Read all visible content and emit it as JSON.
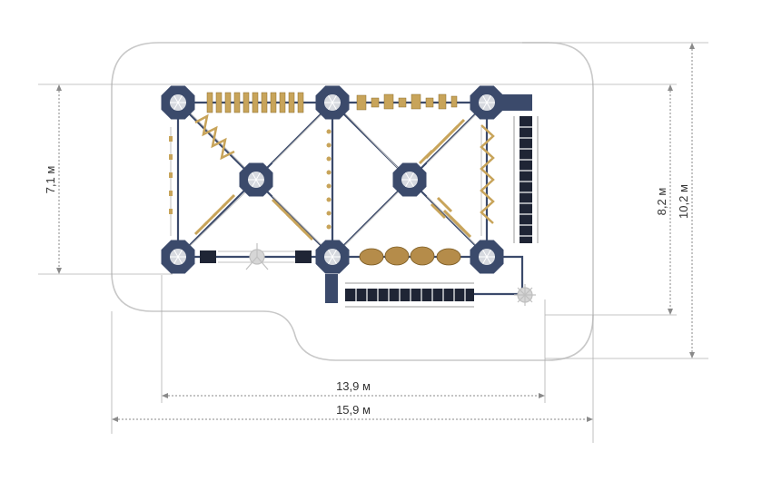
{
  "dimensions": {
    "bottom_inner": "13,9 м",
    "bottom_outer": "15,9 м",
    "left_height": "7,1 м",
    "right_inner": "8,2 м",
    "right_outer": "10,2 м"
  },
  "colors": {
    "node": "#3b4a6b",
    "frame": "#3b4a6b",
    "wood": "#c8a45a",
    "rope": "#b8b8b8",
    "dark_panel": "#1f2535",
    "outline": "#c8c8c8",
    "dim_line": "#999999"
  },
  "icons": [
    "octagon-tower-icon",
    "rope-star-icon"
  ]
}
